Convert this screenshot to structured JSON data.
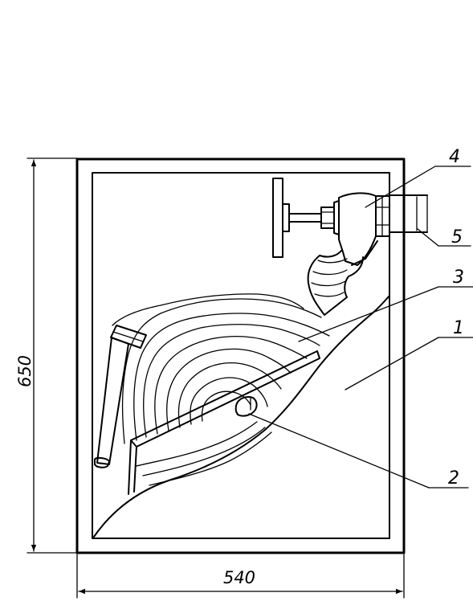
{
  "dimensions": {
    "width_label": "540",
    "height_label": "650"
  },
  "callouts": {
    "item1": "1",
    "item2": "2",
    "item3": "3",
    "item4": "4",
    "item5": "5"
  }
}
